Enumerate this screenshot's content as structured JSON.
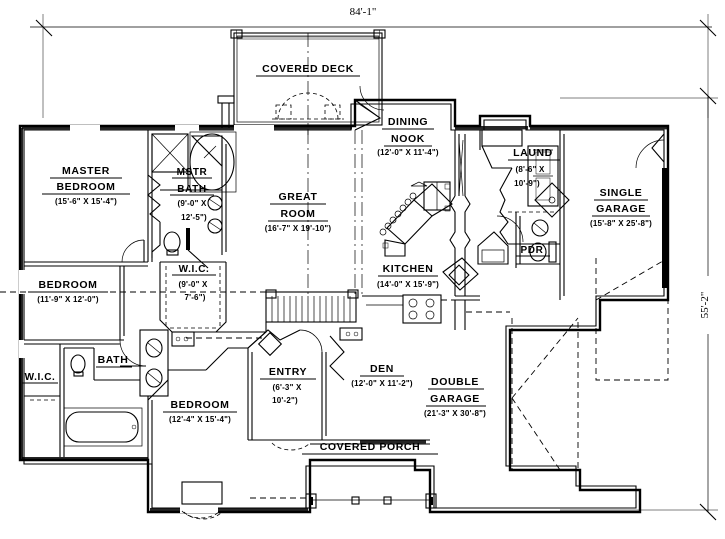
{
  "drawing": {
    "type": "residential-floor-plan",
    "level": "main-floor",
    "overall_width": "84'-1\"",
    "overall_depth": "55'-2\""
  },
  "dimensions": {
    "top_label": "84'-1\"",
    "right_label": "55'-2\""
  },
  "rooms": [
    {
      "id": "covered-deck",
      "name": "COVERED DECK",
      "dim": ""
    },
    {
      "id": "dining-nook",
      "name1": "DINING",
      "name2": "NOOK",
      "dim": "(12'-0\" X 11'-4\")"
    },
    {
      "id": "laundry",
      "name": "LAUND",
      "dim1": "(8'-6\" X",
      "dim2": "10'-9\")"
    },
    {
      "id": "single-garage",
      "name1": "SINGLE",
      "name2": "GARAGE",
      "dim": "(15'-8\" X 25'-8\")"
    },
    {
      "id": "master-bedroom",
      "name1": "MASTER",
      "name2": "BEDROOM",
      "dim": "(15'-6\" X 15'-4\")"
    },
    {
      "id": "master-bath",
      "name1": "MSTR",
      "name2": "BATH",
      "dim1": "(9'-0\" X",
      "dim2": "12'-5\")"
    },
    {
      "id": "master-wic",
      "name": "W.I.C.",
      "dim1": "(9'-0\" X",
      "dim2": "7'-6\")"
    },
    {
      "id": "great-room",
      "name1": "GREAT",
      "name2": "ROOM",
      "dim": "(16'-7\" X 19'-10\")"
    },
    {
      "id": "kitchen",
      "name": "KITCHEN",
      "dim": "(14'-0\" X 15'-9\")"
    },
    {
      "id": "powder-room",
      "name": "PDR",
      "dim": ""
    },
    {
      "id": "bedroom-2",
      "name": "BEDROOM",
      "dim": "(11'-9\" X 12'-0\")"
    },
    {
      "id": "bath-2",
      "name": "BATH",
      "dim": ""
    },
    {
      "id": "wic-2",
      "name": "W.I.C.",
      "dim": ""
    },
    {
      "id": "bedroom-3",
      "name": "BEDROOM",
      "dim": "(12'-4\" X 15'-4\")"
    },
    {
      "id": "entry",
      "name": "ENTRY",
      "dim1": "(6'-3\" X",
      "dim2": "10'-2\")"
    },
    {
      "id": "den",
      "name": "DEN",
      "dim": "(12'-0\" X 11'-2\")"
    },
    {
      "id": "double-garage",
      "name1": "DOUBLE",
      "name2": "GARAGE",
      "dim": "(21'-3\" X 30'-8\")"
    },
    {
      "id": "covered-porch",
      "name": "COVERED PORCH",
      "dim": ""
    }
  ],
  "colors": {
    "line": "#000000",
    "paper": "#ffffff"
  }
}
